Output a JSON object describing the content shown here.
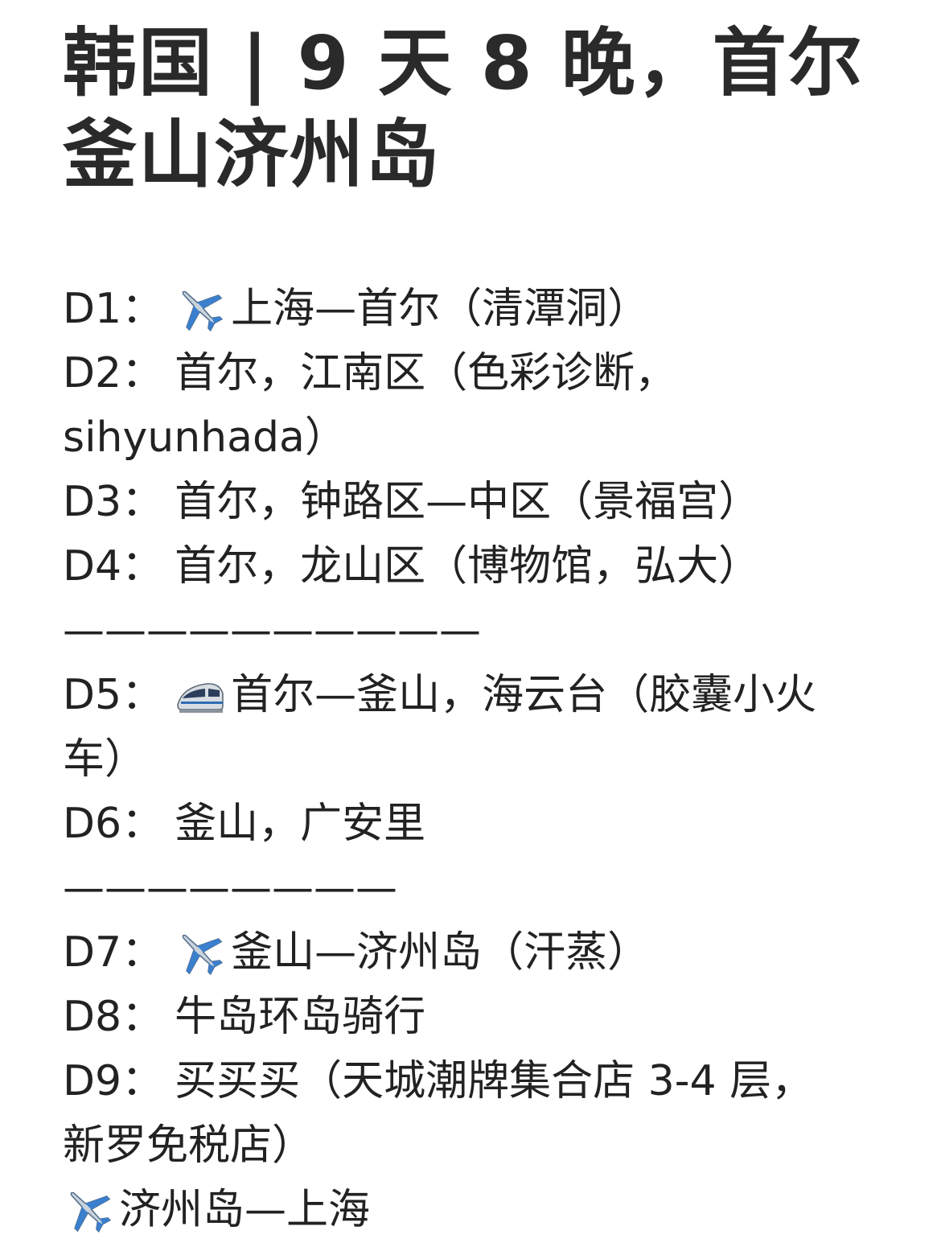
{
  "title": "韩国 | 9 天 8 晚，首尔釜山济州岛",
  "lines": {
    "d1": {
      "day": "D1：",
      "text": "上海—首尔（清潭洞）",
      "icon": "airplane-icon"
    },
    "d2": {
      "day": "D2：",
      "text": "首尔，江南区（色彩诊断，"
    },
    "d2b": {
      "text": "sihyunhada）"
    },
    "d3": {
      "day": "D3：",
      "text": "首尔，钟路区—中区（景福宫）"
    },
    "d4": {
      "day": "D4：",
      "text": "首尔，龙山区（博物馆，弘大）"
    },
    "sep1": "——————————",
    "d5": {
      "day": "D5：",
      "text": "首尔—釜山，海云台（胶囊小火",
      "icon": "high-speed-train-icon"
    },
    "d5b": {
      "text": "车）"
    },
    "d6": {
      "day": "D6：",
      "text": "釜山，广安里"
    },
    "sep2": "————————",
    "d7": {
      "day": "D7：",
      "text": "釜山—济州岛（汗蒸）",
      "icon": "airplane-icon"
    },
    "d8": {
      "day": "D8：",
      "text": "牛岛环岛骑行"
    },
    "d9": {
      "day": "D9：",
      "text": "买买买（天城潮牌集合店 3-4 层，"
    },
    "d9b": {
      "text": "新罗免税店）"
    },
    "last": {
      "text": "济州岛—上海",
      "icon": "airplane-icon"
    }
  }
}
